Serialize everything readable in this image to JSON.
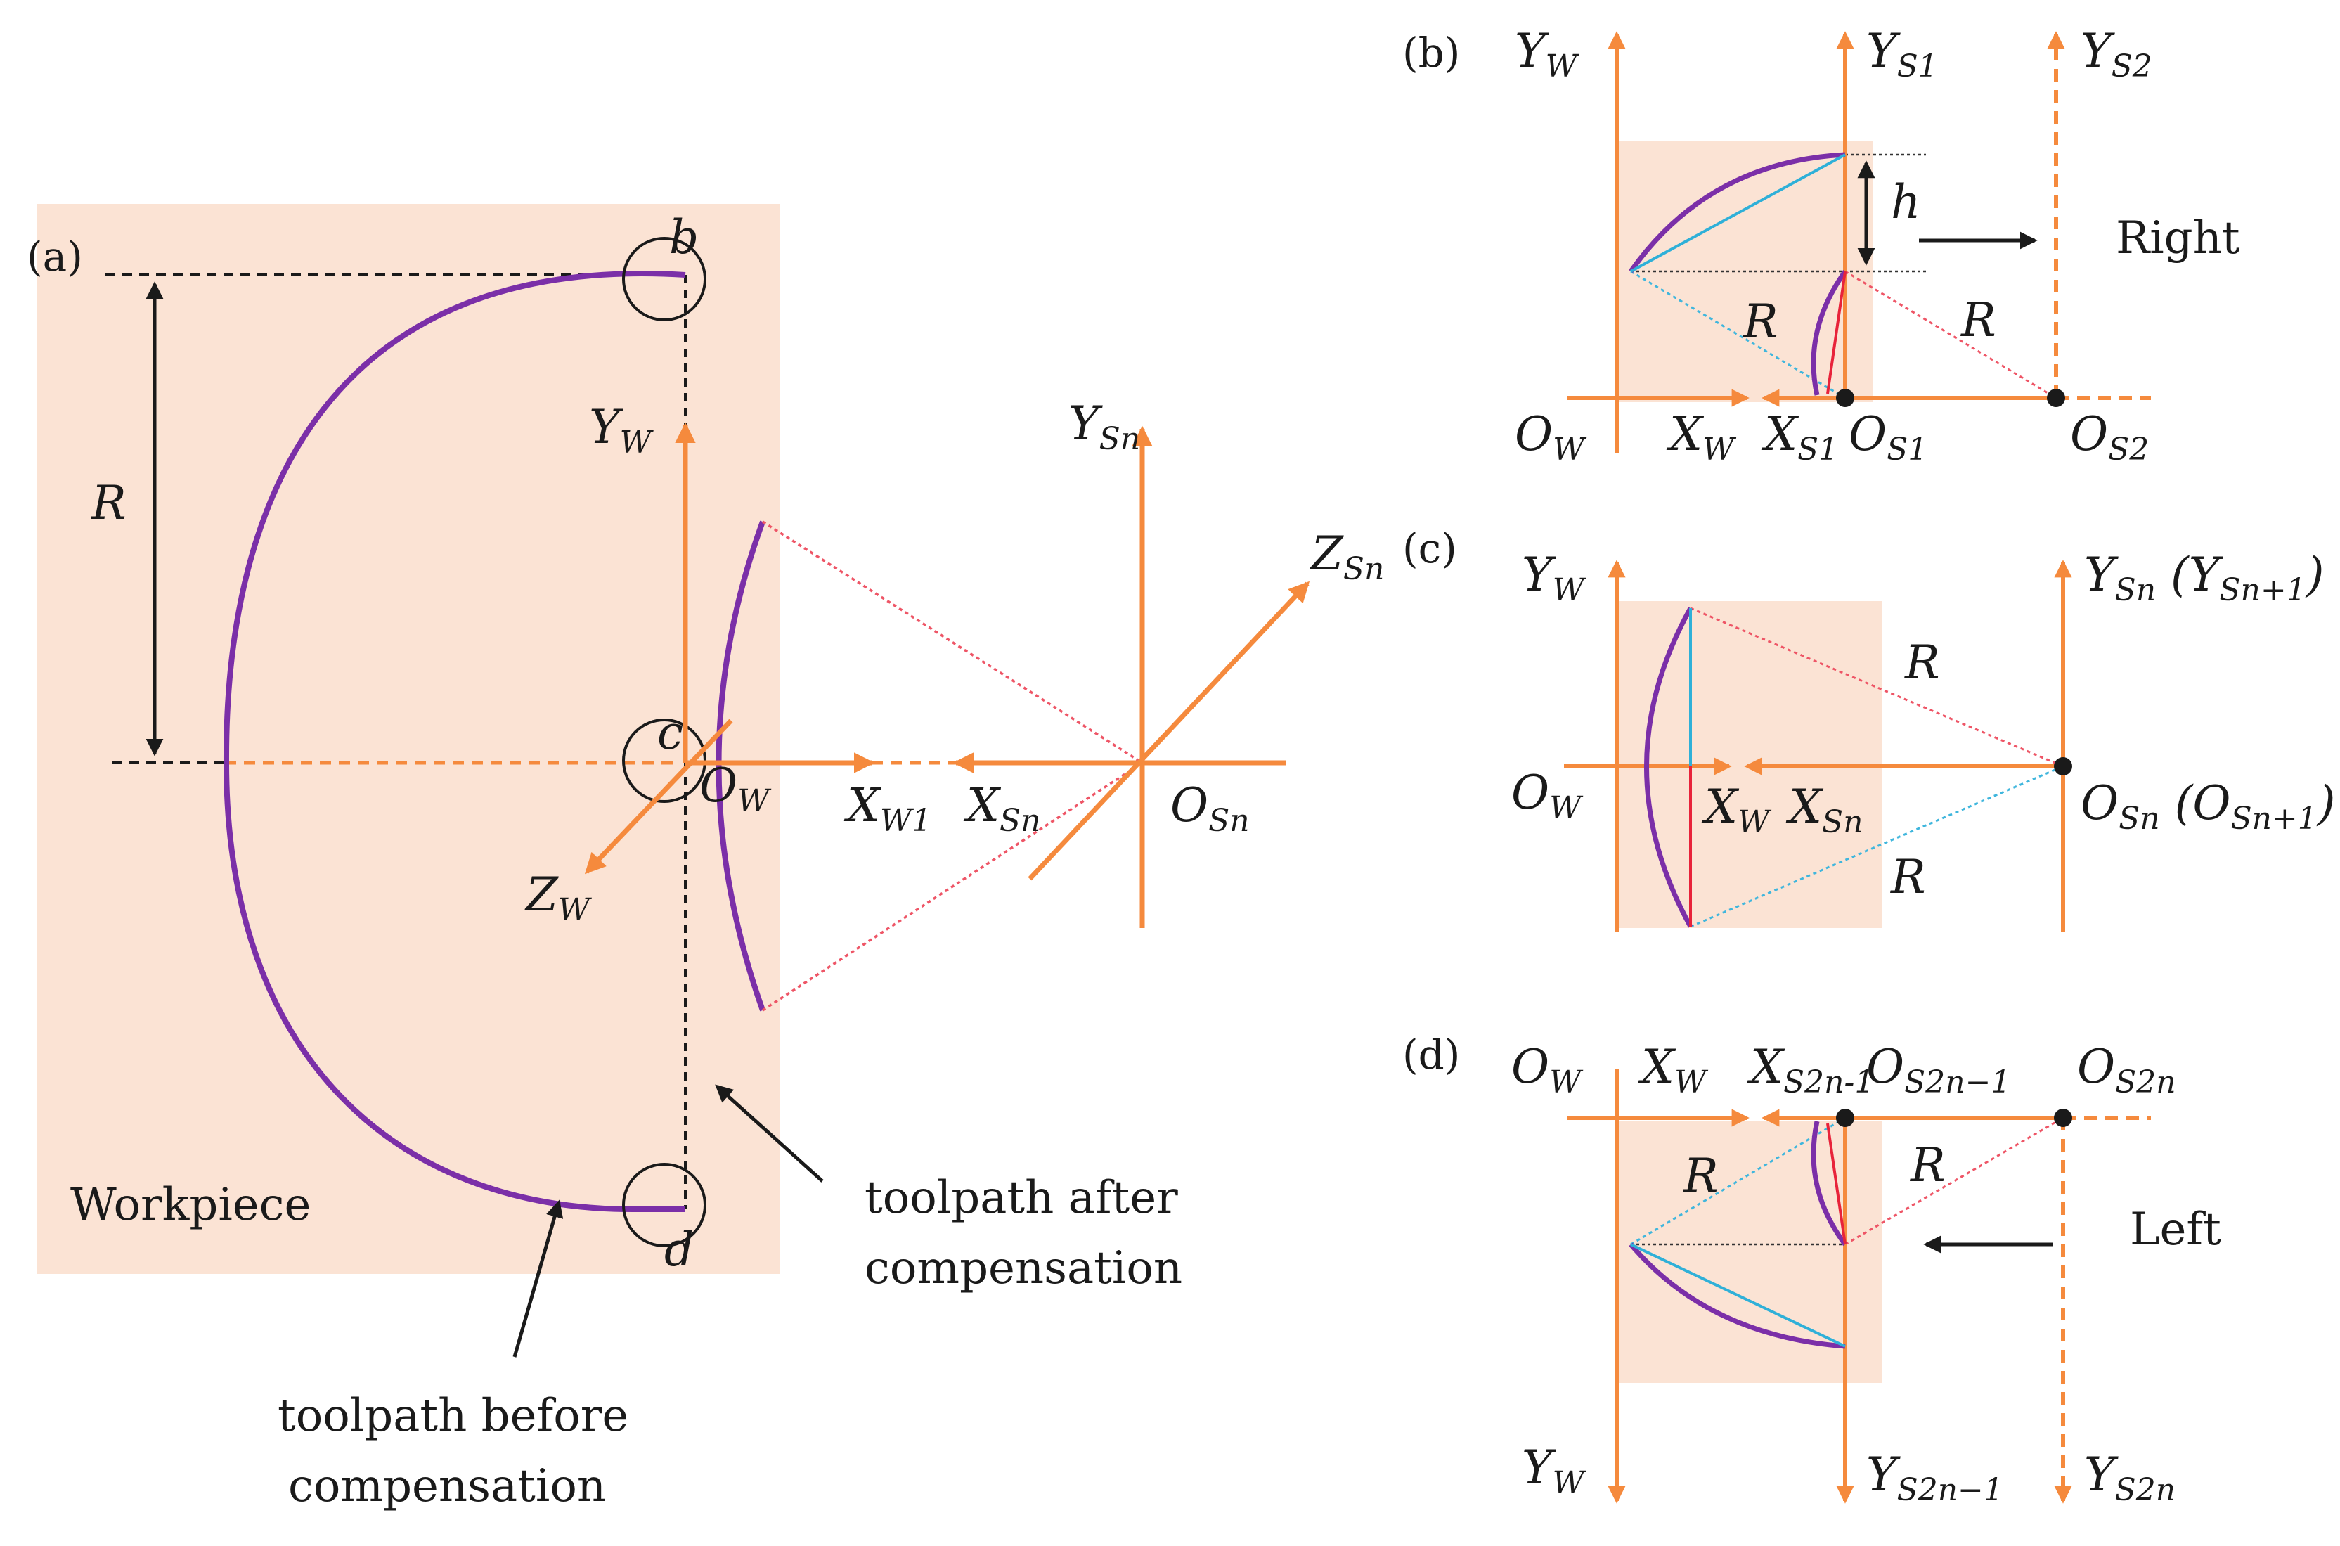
{
  "colors": {
    "background_fill": "#fbe3d4",
    "axis": "#f58a3d",
    "toolpath": "#7b2fa8",
    "chord": "#2fb0d8",
    "red_line": "#e8233a",
    "dotted_red": "#ee5566",
    "dotted_blue": "#3fb6dd",
    "text": "#1a1a1a"
  },
  "panel_a": {
    "panel_label": "(a)",
    "point_b": "b",
    "point_c": "c",
    "point_d": "d",
    "radius_label": "R",
    "workpiece_label": "Workpiece",
    "toolpath_after_line1": "toolpath after",
    "toolpath_after_line2": "compensation",
    "toolpath_before_line1": "toolpath before",
    "toolpath_before_line2": "compensation",
    "axes": {
      "Y_W": {
        "main": "Y",
        "sub": "W"
      },
      "O_W": {
        "main": "O",
        "sub": "W"
      },
      "Z_W": {
        "main": "Z",
        "sub": "W"
      },
      "X_W1": {
        "main": "X",
        "sub": "W1"
      },
      "X_Sn": {
        "main": "X",
        "sub": "Sn"
      },
      "O_Sn": {
        "main": "O",
        "sub": "Sn"
      },
      "Y_Sn": {
        "main": "Y",
        "sub": "Sn"
      },
      "Z_Sn": {
        "main": "Z",
        "sub": "Sn"
      }
    }
  },
  "panel_b": {
    "panel_label": "(b)",
    "direction_label": "Right",
    "h_label": "h",
    "r1": "R",
    "r2": "R",
    "axes": {
      "Y_W": {
        "main": "Y",
        "sub": "W"
      },
      "Y_S1": {
        "main": "Y",
        "sub": "S1"
      },
      "Y_S2": {
        "main": "Y",
        "sub": "S2"
      },
      "O_W": {
        "main": "O",
        "sub": "W"
      },
      "X_W": {
        "main": "X",
        "sub": "W"
      },
      "X_S1": {
        "main": "X",
        "sub": "S1"
      },
      "O_S1": {
        "main": "O",
        "sub": "S1"
      },
      "O_S2": {
        "main": "O",
        "sub": "S2"
      }
    }
  },
  "panel_c": {
    "panel_label": "(c)",
    "r1": "R",
    "r2": "R",
    "axes": {
      "Y_W": {
        "main": "Y",
        "sub": "W"
      },
      "Y_Sn": {
        "main": "Y",
        "sub": "Sn",
        "paren_open": " (",
        "main2": "Y",
        "sub2": "Sn+1",
        "paren_close": ")"
      },
      "O_W": {
        "main": "O",
        "sub": "W"
      },
      "X_W": {
        "main": "X",
        "sub": "W"
      },
      "X_Sn": {
        "main": "X",
        "sub": "Sn"
      },
      "O_Sn": {
        "main": "O",
        "sub": "Sn",
        "paren_open": " (",
        "main2": "O",
        "sub2": "Sn+1",
        "paren_close": ")"
      }
    }
  },
  "panel_d": {
    "panel_label": "(d)",
    "direction_label": "Left",
    "r1": "R",
    "r2": "R",
    "axes": {
      "O_W": {
        "main": "O",
        "sub": "W"
      },
      "X_W": {
        "main": "X",
        "sub": "W"
      },
      "X_S2n-1": {
        "main": "X",
        "sub": "S2n-1"
      },
      "O_S2n-1": {
        "main": "O",
        "sub": "S2n−1"
      },
      "O_S2n": {
        "main": "O",
        "sub": "S2n"
      },
      "Y_W": {
        "main": "Y",
        "sub": "W"
      },
      "Y_S2n-1": {
        "main": "Y",
        "sub": "S2n−1"
      },
      "Y_S2n": {
        "main": "Y",
        "sub": "S2n"
      }
    }
  }
}
